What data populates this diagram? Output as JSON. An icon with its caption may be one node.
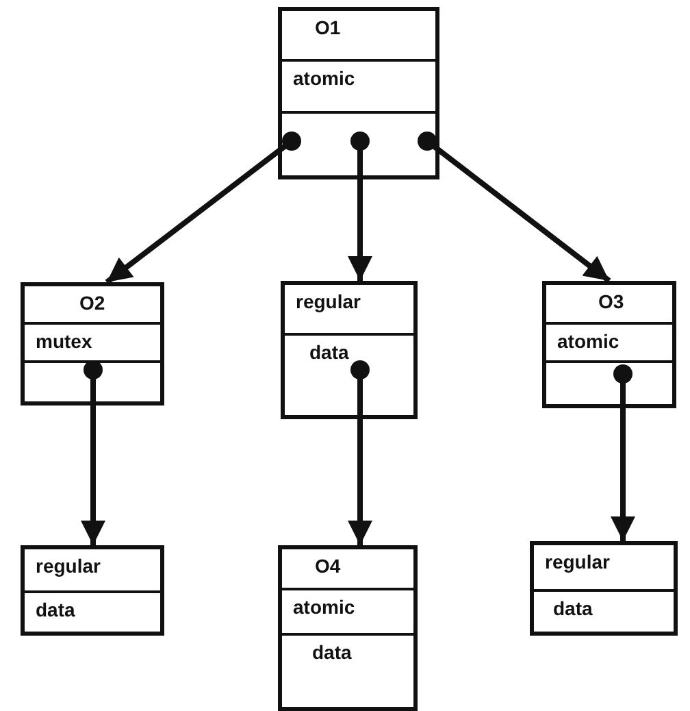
{
  "diagram": {
    "nodes": [
      {
        "text": [
          "O1",
          "atomic"
        ]
      },
      {
        "text": [
          "O2",
          "mutex"
        ]
      },
      {
        "text": [
          "regular",
          "data"
        ]
      },
      {
        "text": [
          "O3",
          "atomic"
        ]
      },
      {
        "text": [
          "regular",
          "data"
        ]
      },
      {
        "text": [
          "O4",
          "atomic",
          "data"
        ]
      },
      {
        "text": [
          "regular",
          "data"
        ]
      }
    ],
    "edges": [
      {
        "from": 0,
        "to": 1,
        "arrow": "to"
      },
      {
        "from": 0,
        "to": 2,
        "arrow": "to"
      },
      {
        "from": 0,
        "to": 3,
        "arrow": "to"
      },
      {
        "from": 1,
        "to": 4,
        "arrow": "to"
      },
      {
        "from": 2,
        "to": 5,
        "arrow": "to"
      },
      {
        "from": 3,
        "to": 6,
        "arrow": "to"
      }
    ]
  }
}
